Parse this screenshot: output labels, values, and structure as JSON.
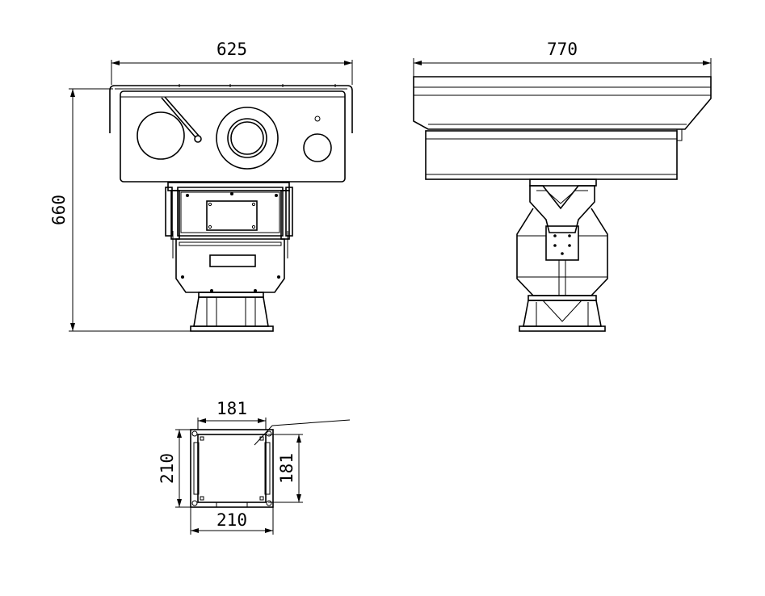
{
  "dimensions": {
    "front_width": "625",
    "side_width": "770",
    "height": "660",
    "base_outer_width": "210",
    "base_outer_height": "210",
    "base_inner_width": "181",
    "base_inner_height": "181"
  }
}
